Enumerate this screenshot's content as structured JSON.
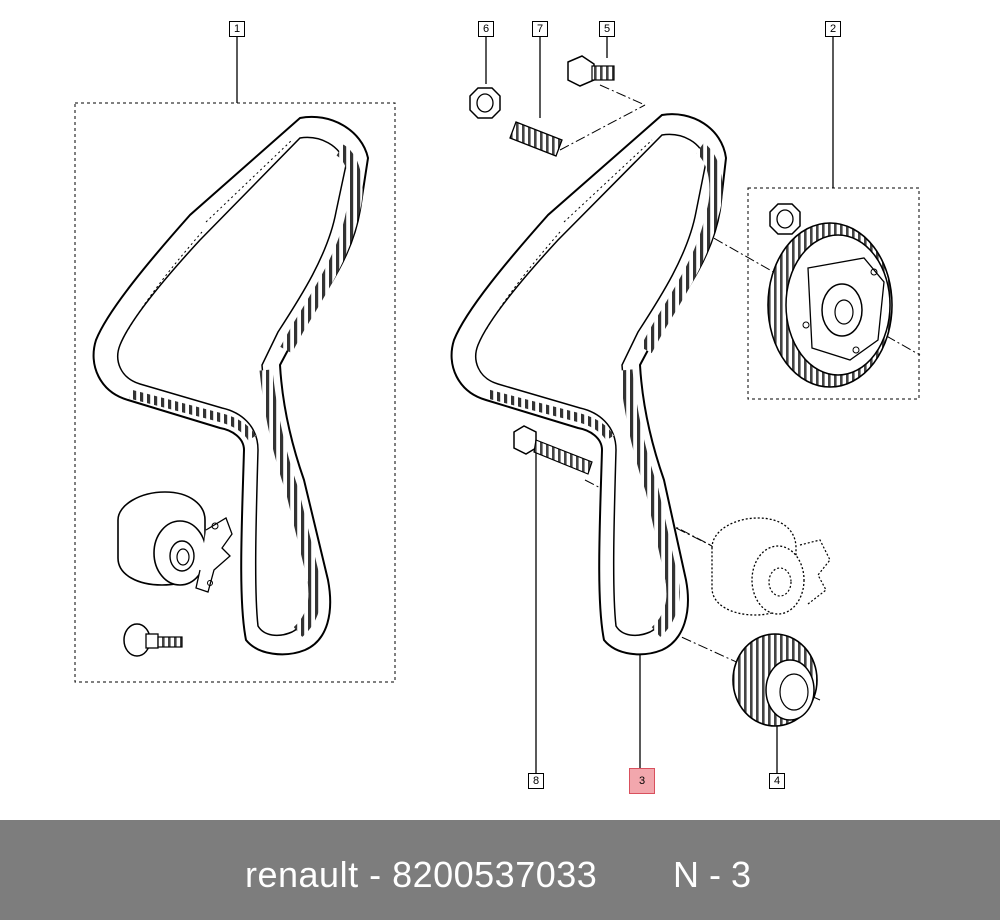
{
  "callouts": {
    "c1": "1",
    "c2": "2",
    "c3": "3",
    "c4": "4",
    "c5": "5",
    "c6": "6",
    "c7": "7",
    "c8": "8"
  },
  "highlight_color": "#f2a7ad",
  "footer": {
    "part_text": "renault - 8200537033",
    "ref_text": "N - 3",
    "background": "#7d7d7d"
  }
}
